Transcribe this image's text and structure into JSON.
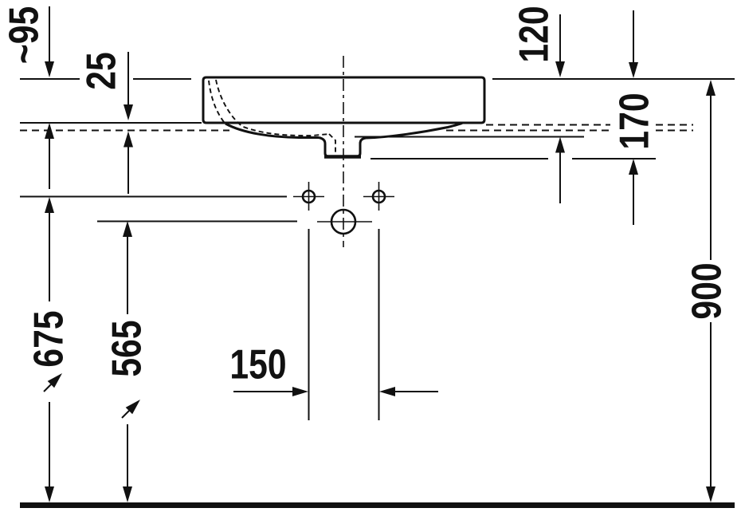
{
  "colors": {
    "line": "#111111",
    "background": "#ffffff"
  },
  "dimensions": {
    "d95": "~95",
    "d25": "25",
    "d120": "120",
    "d170": "170",
    "d675": "675",
    "d565": "565",
    "d150": "150",
    "d900": "900"
  }
}
